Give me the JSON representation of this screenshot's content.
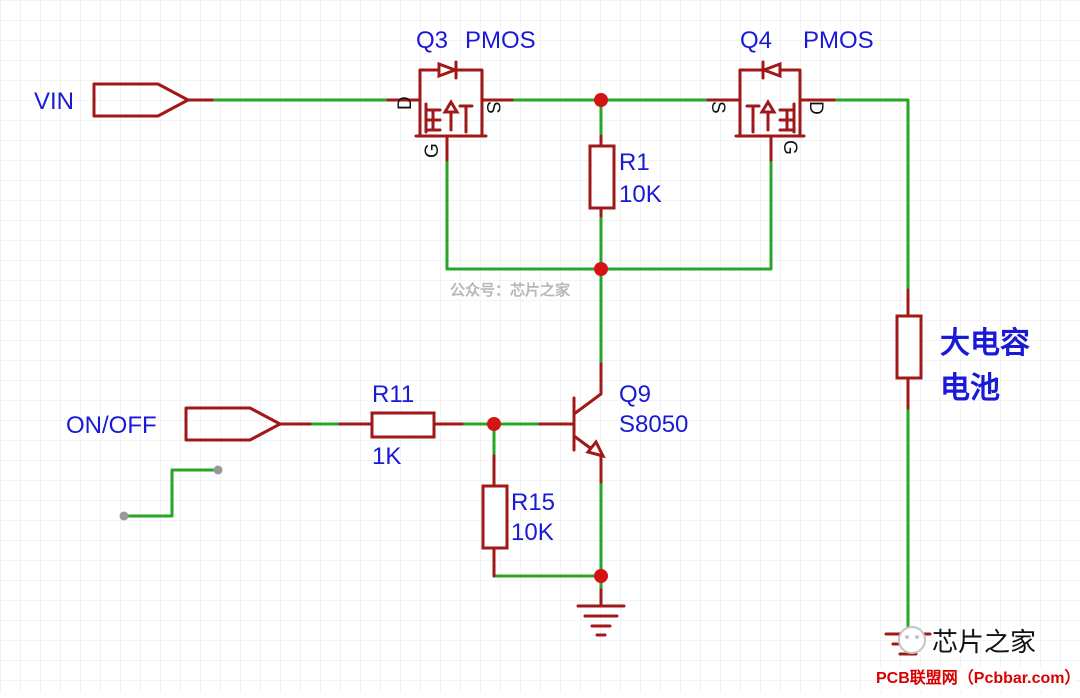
{
  "diagram": {
    "net_vin": "VIN",
    "net_onoff": "ON/OFF",
    "q3_label": "Q3",
    "q3_type": "PMOS",
    "q4_label": "Q4",
    "q4_type": "PMOS",
    "pin_d": "D",
    "pin_s": "S",
    "pin_g": "G",
    "r1_ref": "R1",
    "r1_value": "10K",
    "r11_ref": "R11",
    "r11_value": "1K",
    "r15_ref": "R15",
    "r15_value": "10K",
    "q9_ref": "Q9",
    "q9_part": "S8050",
    "load_line1": "大电容",
    "load_line2": "电池"
  },
  "watermarks": {
    "center": "公众号：芯片之家",
    "corner": "芯片之家",
    "brand": "PCB联盟网（Pcbbar.com）"
  },
  "colors": {
    "wire": "#27a527",
    "component": "#a01818",
    "junction": "#d41414",
    "label": "#1a1ad6",
    "brand": "#d80000"
  }
}
